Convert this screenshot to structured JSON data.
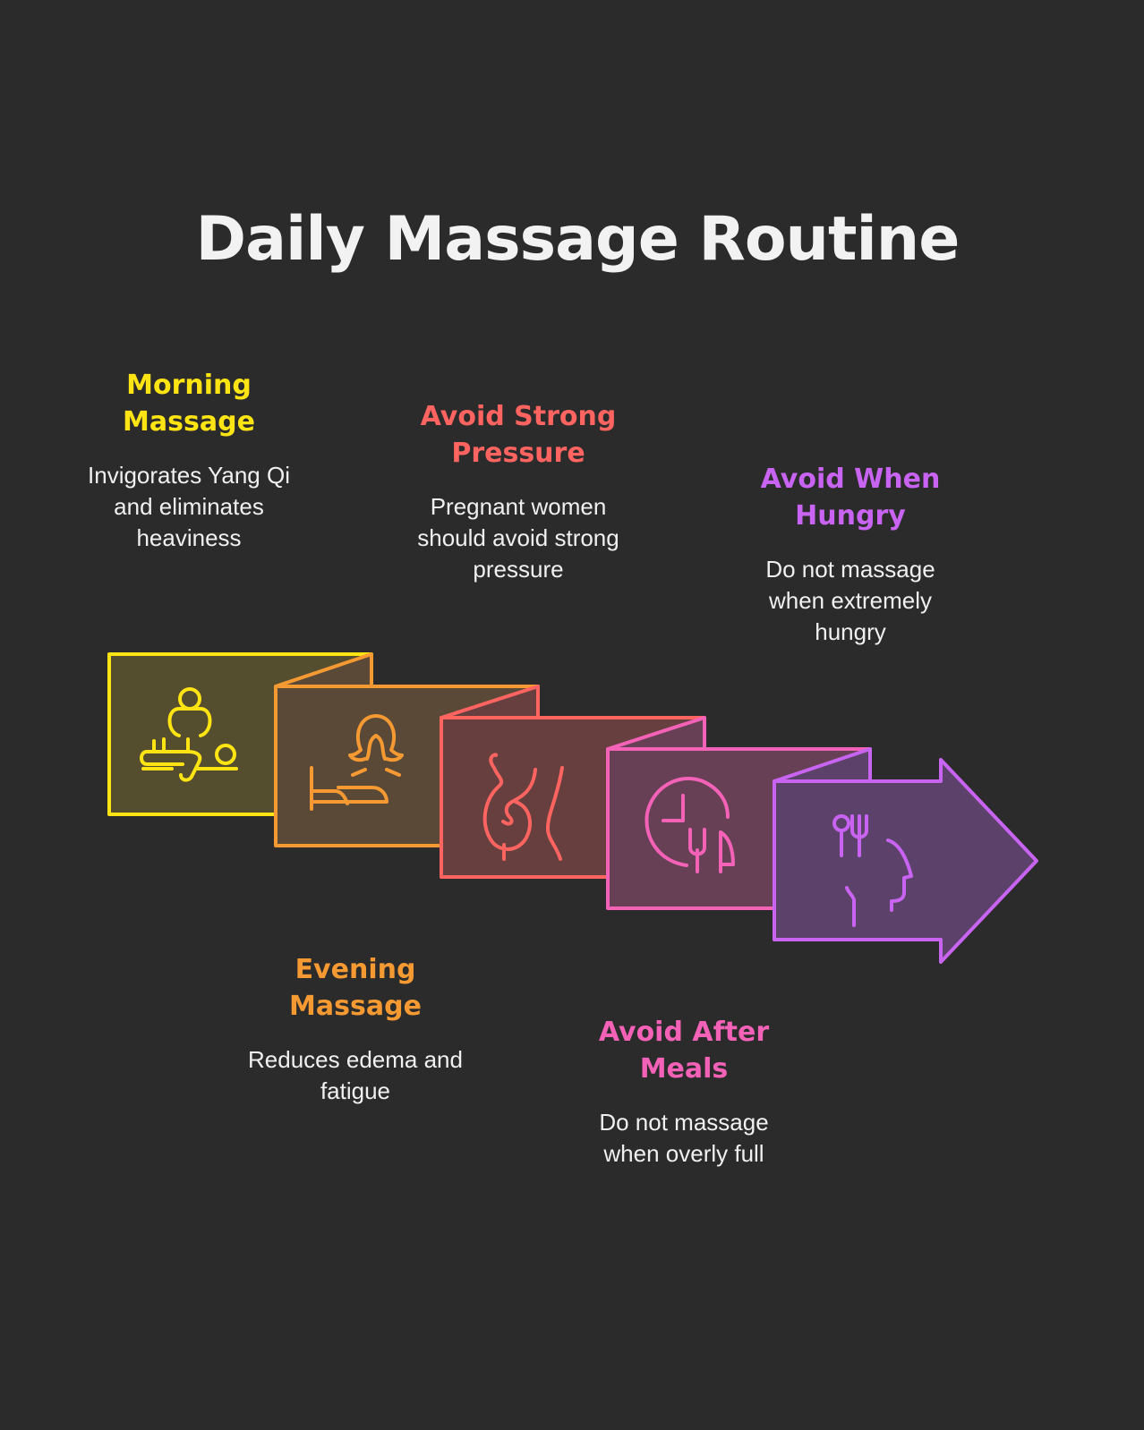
{
  "title": "Daily Massage Routine",
  "steps": [
    {
      "title": "Morning Massage",
      "title_lines": [
        "Morning",
        "Massage"
      ],
      "description": "Invigorates Yang Qi and eliminates heaviness",
      "color": "#FFE414",
      "fill": "#544d2e",
      "icon": "massage-icon"
    },
    {
      "title": "Evening Massage",
      "title_lines": [
        "Evening",
        "Massage"
      ],
      "description": "Reduces edema and fatigue",
      "color": "#F59A33",
      "fill": "#5b4937",
      "icon": "woman-lying-icon"
    },
    {
      "title": "Avoid Strong Pressure",
      "title_lines": [
        "Avoid Strong",
        "Pressure"
      ],
      "description": "Pregnant women should avoid strong pressure",
      "color": "#FF6461",
      "fill": "#673f3f",
      "icon": "pregnancy-icon"
    },
    {
      "title": "Avoid After Meals",
      "title_lines": [
        "Avoid After",
        "Meals"
      ],
      "description": "Do not massage when overly full",
      "color": "#F462B8",
      "fill": "#684055",
      "icon": "meal-time-icon"
    },
    {
      "title": "Avoid When Hungry",
      "title_lines": [
        "Avoid When",
        "Hungry"
      ],
      "description": "Do not massage when extremely hungry",
      "color": "#C964F2",
      "fill": "#5c426a",
      "icon": "hunger-icon"
    }
  ]
}
